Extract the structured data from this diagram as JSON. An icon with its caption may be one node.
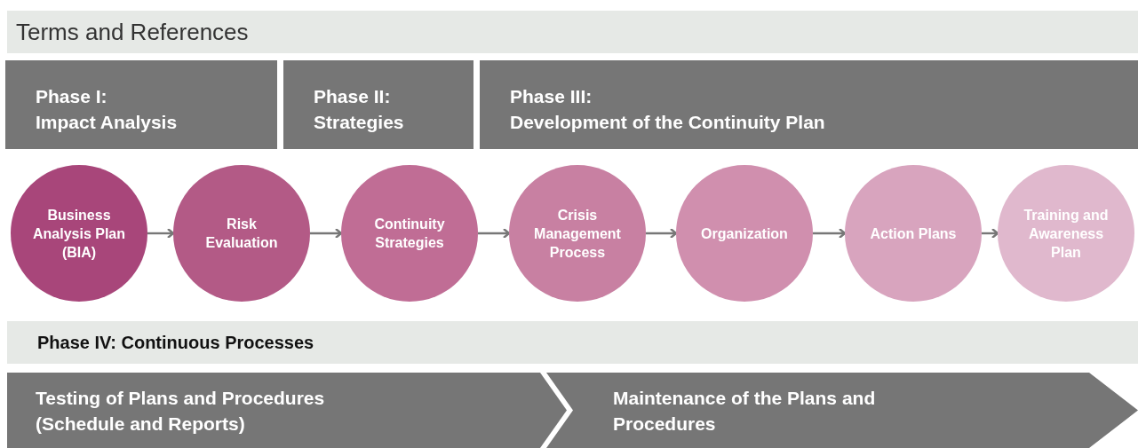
{
  "diagram": {
    "nodes": [
      {
        "text": [
          "Terms and References"
        ]
      },
      {
        "text": [
          "Phase I:",
          "Impact Analysis"
        ]
      },
      {
        "text": [
          "Phase II:",
          "Strategies"
        ]
      },
      {
        "text": [
          "Phase III:",
          "Development of the Continuity Plan"
        ]
      },
      {
        "text": [
          "Business Analysis Plan (BIA)"
        ]
      },
      {
        "text": [
          "Risk Evaluation"
        ]
      },
      {
        "text": [
          "Continuity Strategies"
        ]
      },
      {
        "text": [
          "Crisis Management Process"
        ]
      },
      {
        "text": [
          "Organization"
        ]
      },
      {
        "text": [
          "Action Plans"
        ]
      },
      {
        "text": [
          "Training and Awareness Plan"
        ]
      },
      {
        "text": [
          "Phase IV: Continuous Processes"
        ]
      },
      {
        "text": [
          "Testing of Plans and Procedures (Schedule and Reports)"
        ]
      },
      {
        "text": [
          "Maintenance of the Plans and Procedures"
        ]
      }
    ],
    "edges": [
      {
        "from": 4,
        "to": 5,
        "arrow": "to"
      },
      {
        "from": 5,
        "to": 6,
        "arrow": "to"
      },
      {
        "from": 6,
        "to": 7,
        "arrow": "to"
      },
      {
        "from": 7,
        "to": 8,
        "arrow": "to"
      },
      {
        "from": 8,
        "to": 9,
        "arrow": "to"
      },
      {
        "from": 9,
        "to": 10,
        "arrow": "to"
      }
    ]
  }
}
